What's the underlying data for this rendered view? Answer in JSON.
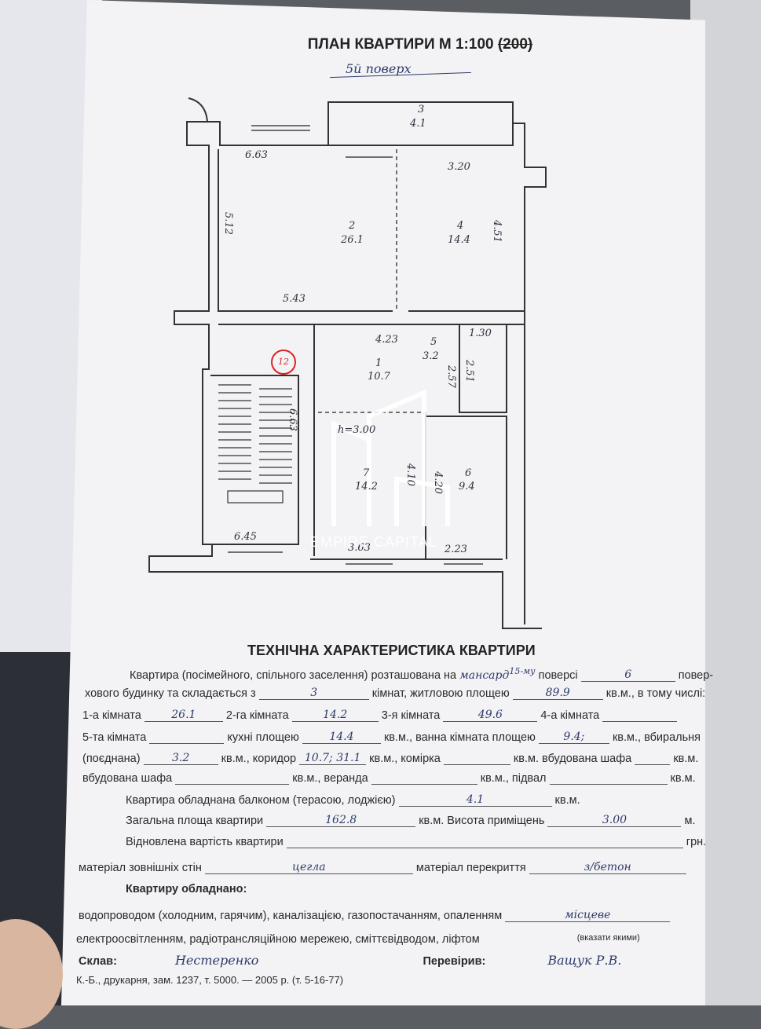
{
  "plan": {
    "title_main": "ПЛАН КВАРТИРИ М 1:100",
    "title_struck": "(200)",
    "floor_note": "5й поверх",
    "stamp": "12",
    "watermark": "EMPIRE CAPITAL",
    "rooms": [
      {
        "num": "3",
        "area": "4.1"
      },
      {
        "num": "2",
        "area": "26.1"
      },
      {
        "num": "4",
        "area": "14.4"
      },
      {
        "num": "1",
        "area": "10.7"
      },
      {
        "num": "5",
        "area": "3.2"
      },
      {
        "num": "7",
        "area": "14.2"
      },
      {
        "num": "6",
        "area": "9.4"
      }
    ],
    "dims": {
      "d1": "6.63",
      "d2": "3.20",
      "d3": "5.12",
      "d4": "4.51",
      "d5": "5.43",
      "d6": "4.23",
      "d7": "1.30",
      "d8": "2.57",
      "d9": "2.51",
      "d10": "6.63",
      "d11": "h=3.00",
      "d12": "4.10",
      "d13": "4.20",
      "d14": "6.45",
      "d15": "3.63",
      "d16": "2.23"
    }
  },
  "spec": {
    "title": "ТЕХНІЧНА ХАРАКТЕРИСТИКА КВАРТИРИ",
    "l1a": "Квартира (посімейного, спільного заселення) розташована на",
    "f_floor_type": "мансард",
    "f_floor_super": "15-му",
    "l1b": "поверсі",
    "f_floor_no": "6",
    "l1c": "повер-",
    "l2a": "хового будинку та складається з",
    "f_rooms": "3",
    "l2b": "кімнат, житловою площею",
    "f_living": "89.9",
    "l2c": "кв.м., в тому числі:",
    "l3a": "1-а кімната",
    "f_r1": "26.1",
    "l3b": "2-га кімната",
    "f_r2": "14.2",
    "l3c": "3-я кімната",
    "f_r3": "49.6",
    "l3d": "4-а кімната",
    "l4a": "5-та кімната",
    "l4b": "кухні площею",
    "f_kitchen": "14.4",
    "l4c": "кв.м., ванна кімната площею",
    "f_bath": "9.4;",
    "l4d": "кв.м., вбиральня",
    "l5a": "(поєднана)",
    "f_wc": "3.2",
    "l5b": "кв.м., коридор",
    "f_corr": "10.7; 31.1",
    "l5c": "кв.м., комірка",
    "l5d": "кв.м. вбудована шафа",
    "l5e": "кв.м.",
    "l6a": "вбудована шафа",
    "l6b": "кв.м., веранда",
    "l6c": "кв.м., підвал",
    "l6d": "кв.м.",
    "l7a": "Квартира обладнана балконом (терасою, лоджією)",
    "f_balcony": "4.1",
    "l7b": "кв.м.",
    "l8a": "Загальна площа квартири",
    "f_total": "162.8",
    "l8b": "кв.м. Висота приміщень",
    "f_height": "3.00",
    "l8c": "м.",
    "l9a": "Відновлена вартість квартири",
    "l9b": "грн.",
    "l10a": "матеріал зовнішніх стін",
    "f_walls": "цегла",
    "l10b": "матеріал перекриття",
    "f_ceiling": "з/бетон",
    "l11": "Квартиру обладнано:",
    "l12a": "водопроводом (холодним, гарячим), каналізацією, газопостачанням, опаленням",
    "f_heating": "місцеве",
    "l13a": "електроосвітленням, радіотрансляційною мережею, сміттєвідводом, ліфтом",
    "l13b": "(вказати якими)",
    "l14a": "Склав:",
    "f_composer": "Нестеренко",
    "l14b": "Перевірив:",
    "f_checker": "Ващук Р.В.",
    "l15": "К.-Б., друкарня, зам. 1237, т. 5000. — 2005 р. (т. 5-16-77)"
  }
}
